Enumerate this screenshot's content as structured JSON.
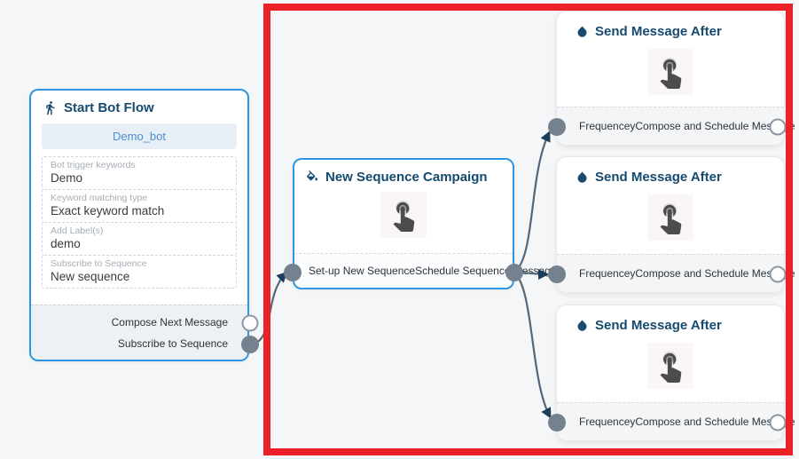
{
  "annotation": {
    "name": "highlight-rectangle",
    "color": "#ec2127"
  },
  "start_node": {
    "title": "Start Bot Flow",
    "icon": "walking-person-icon",
    "bot_button_label": "Demo_bot",
    "fields": [
      {
        "label": "Bot trigger keywords",
        "value": "Demo"
      },
      {
        "label": "Keyword matching type",
        "value": "Exact keyword match"
      },
      {
        "label": "Add Label(s)",
        "value": "demo"
      },
      {
        "label": "Subscribe to Sequence",
        "value": "New sequence"
      }
    ],
    "outputs": [
      {
        "label": "Compose Next Message",
        "port_style": "empty"
      },
      {
        "label": "Subscribe to Sequence",
        "port_style": "filled"
      }
    ]
  },
  "sequence_node": {
    "title": "New Sequence Campaign",
    "icon": "paint-bucket-icon",
    "body_icon": "tap-hand-icon",
    "input": {
      "label": "Set-up New Sequence",
      "port_style": "filled"
    },
    "output": {
      "label": "Schedule Sequence Message",
      "port_style": "filled"
    }
  },
  "send_nodes": [
    {
      "title": "Send Message After",
      "icon": "water-drop-icon",
      "body_icon": "tap-hand-icon",
      "input": {
        "label": "Frequencey",
        "port_style": "filled"
      },
      "output": {
        "label": "Compose and Schedule Message",
        "port_style": "empty"
      }
    },
    {
      "title": "Send Message After",
      "icon": "water-drop-icon",
      "body_icon": "tap-hand-icon",
      "input": {
        "label": "Frequencey",
        "port_style": "filled"
      },
      "output": {
        "label": "Compose and Schedule Message",
        "port_style": "empty"
      }
    },
    {
      "title": "Send Message After",
      "icon": "water-drop-icon",
      "body_icon": "tap-hand-icon",
      "input": {
        "label": "Frequencey",
        "port_style": "filled"
      },
      "output": {
        "label": "Compose and Schedule Message",
        "port_style": "empty"
      }
    }
  ],
  "edges": [
    {
      "from": "start-bot-flow.subscribe-to-sequence",
      "to": "new-sequence-campaign.set-up-new-sequence"
    },
    {
      "from": "new-sequence-campaign.schedule-sequence-message",
      "to": "send-message-after-1.frequencey"
    },
    {
      "from": "new-sequence-campaign.schedule-sequence-message",
      "to": "send-message-after-2.frequencey"
    },
    {
      "from": "new-sequence-campaign.schedule-sequence-message",
      "to": "send-message-after-3.frequencey"
    }
  ],
  "colors": {
    "canvas_bg": "#f5f6f7",
    "node_border_blue": "#2e96e0",
    "node_title": "#164a6e",
    "edge": "#52677b",
    "arrowhead": "#1c3e5c",
    "port_fill": "#75818e",
    "port_ring": "#8b98a5",
    "highlight": "#ec2127",
    "bot_button_bg": "#e8eef5",
    "bot_button_text": "#4a8fd4"
  }
}
